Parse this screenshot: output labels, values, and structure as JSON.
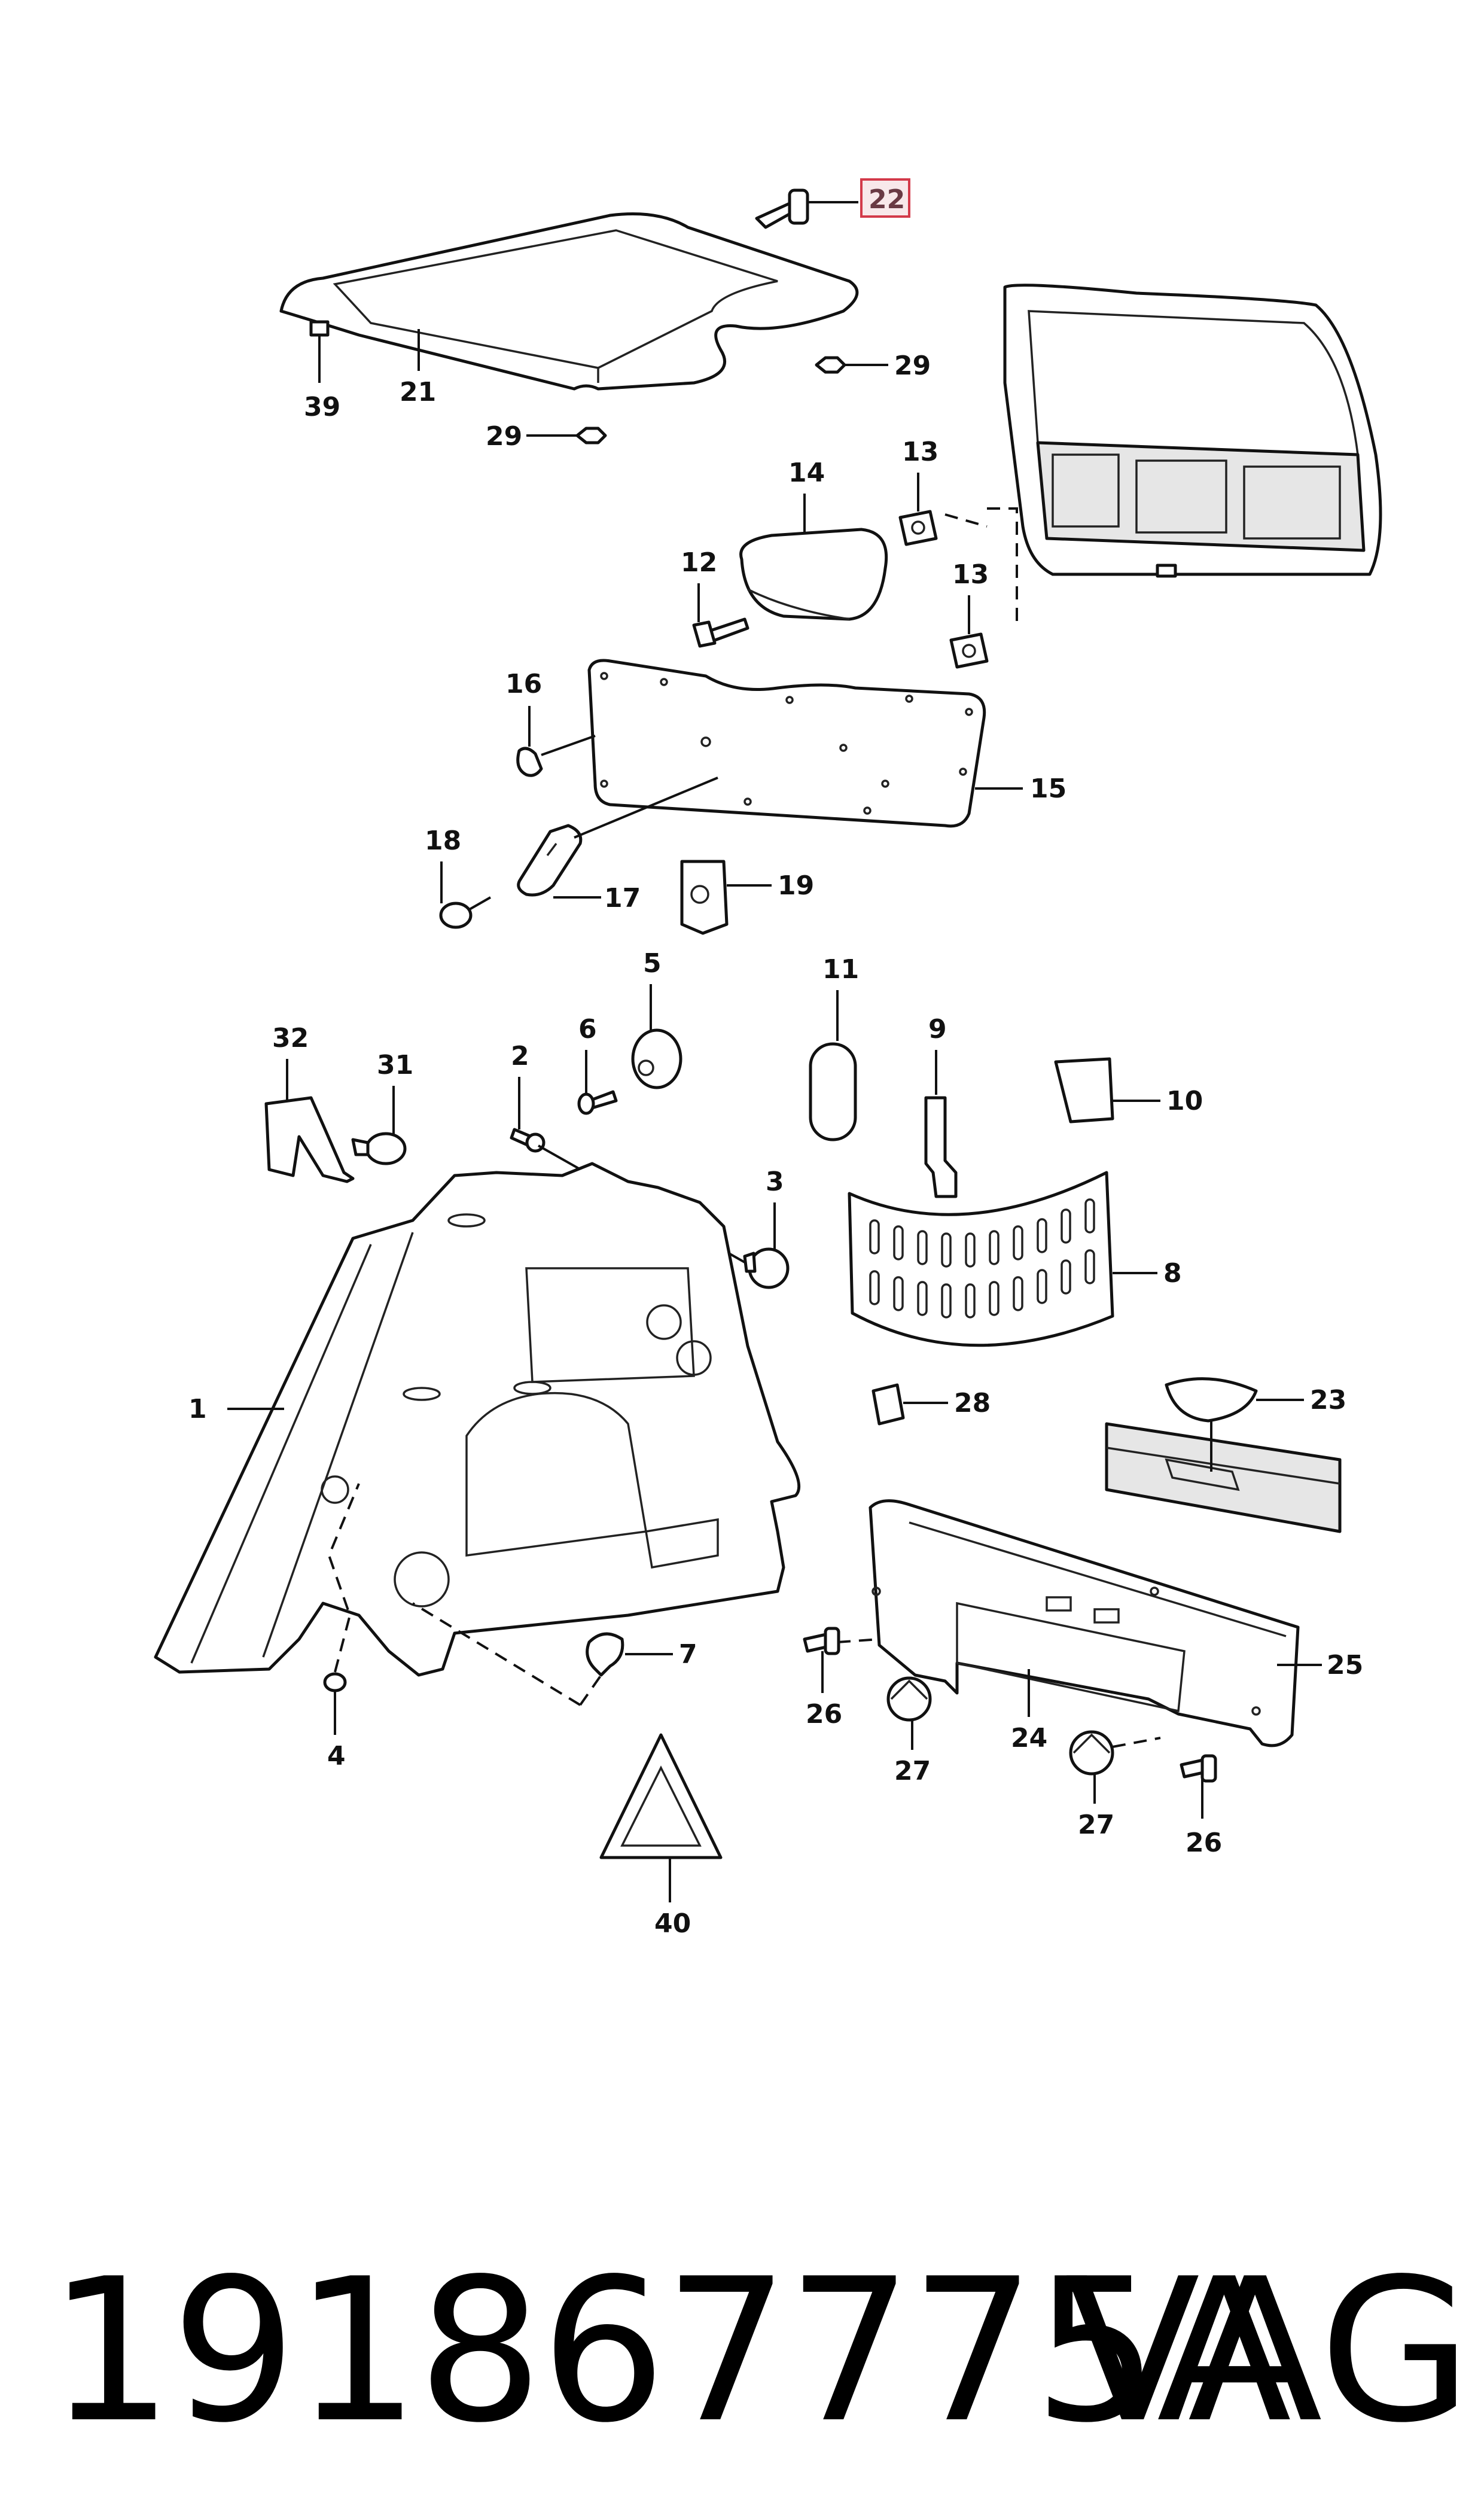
{
  "callouts": {
    "c1": "1",
    "c2": "2",
    "c3": "3",
    "c4": "4",
    "c5": "5",
    "c6": "6",
    "c7": "7",
    "c8": "8",
    "c9": "9",
    "c10": "10",
    "c11": "11",
    "c12": "12",
    "c13a": "13",
    "c13b": "13",
    "c14": "14",
    "c15": "15",
    "c16": "16",
    "c17": "17",
    "c18": "18",
    "c19": "19",
    "c21": "21",
    "c22": "22",
    "c23": "23",
    "c24": "24",
    "c25": "25",
    "c26a": "26",
    "c26b": "26",
    "c27a": "27",
    "c27b": "27",
    "c28": "28",
    "c29a": "29",
    "c29b": "29",
    "c31": "31",
    "c32": "32",
    "c39": "39",
    "c40": "40"
  },
  "highlighted_callout": "22",
  "caption": {
    "part_number": "191867775A",
    "brand": "VAG"
  },
  "colors": {
    "line": "#111111",
    "highlight_fill": "#f8e8ea",
    "highlight_border": "#d33a4a"
  }
}
